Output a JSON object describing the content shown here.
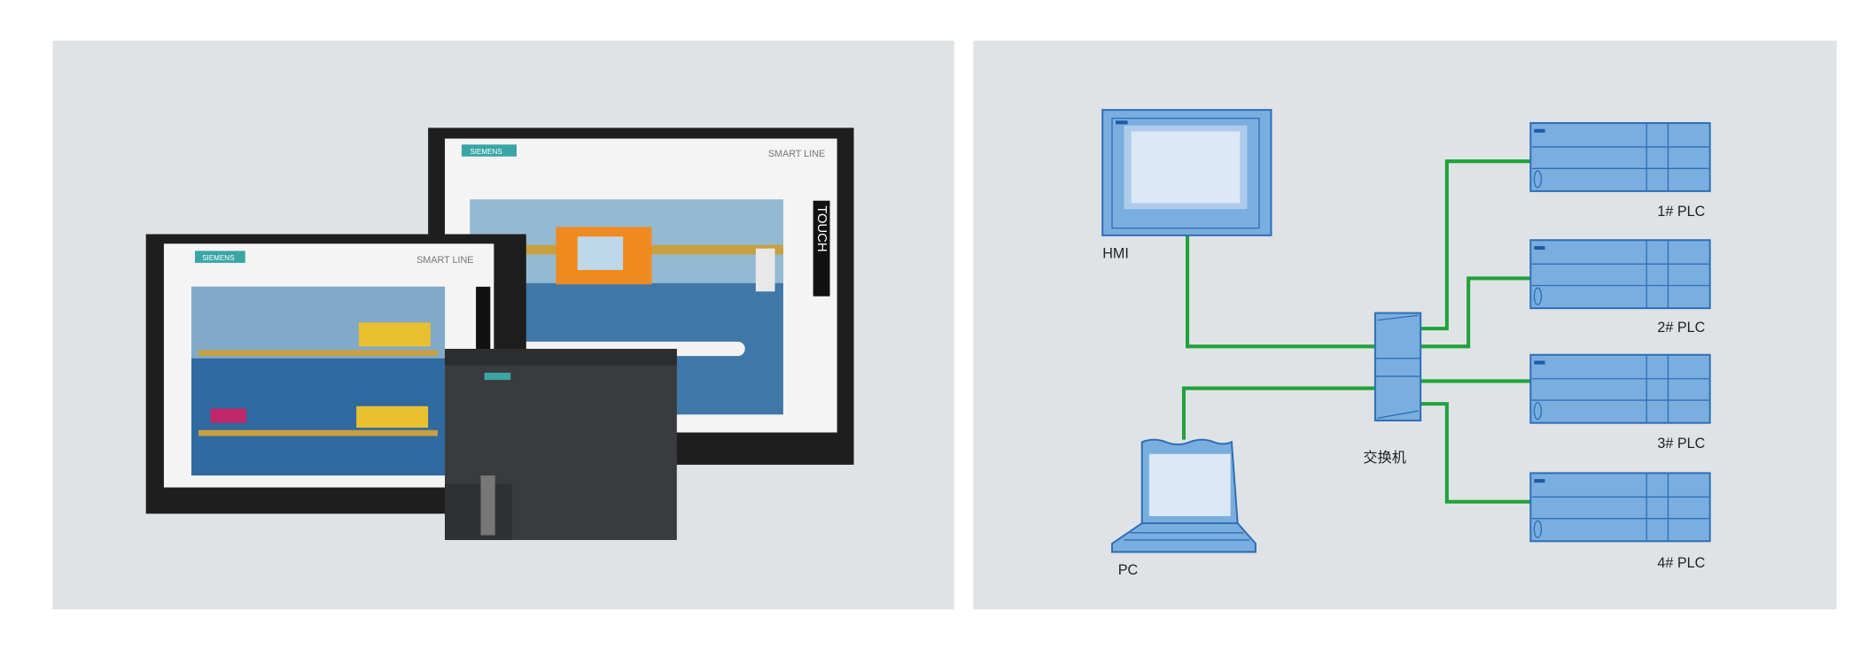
{
  "photo": {
    "brand": "SIEMENS",
    "series": "SMART LINE",
    "touch": "TOUCH"
  },
  "diagram": {
    "hmi_label": "HMI",
    "pc_label": "PC",
    "switch_label": "交换机",
    "plcs": [
      "1# PLC",
      "2# PLC",
      "3# PLC",
      "4# PLC"
    ],
    "colors": {
      "panel": "#dfe3e6",
      "device": "#7aaede",
      "device_edge": "#2f6fb8",
      "link": "#1fa23a"
    }
  }
}
